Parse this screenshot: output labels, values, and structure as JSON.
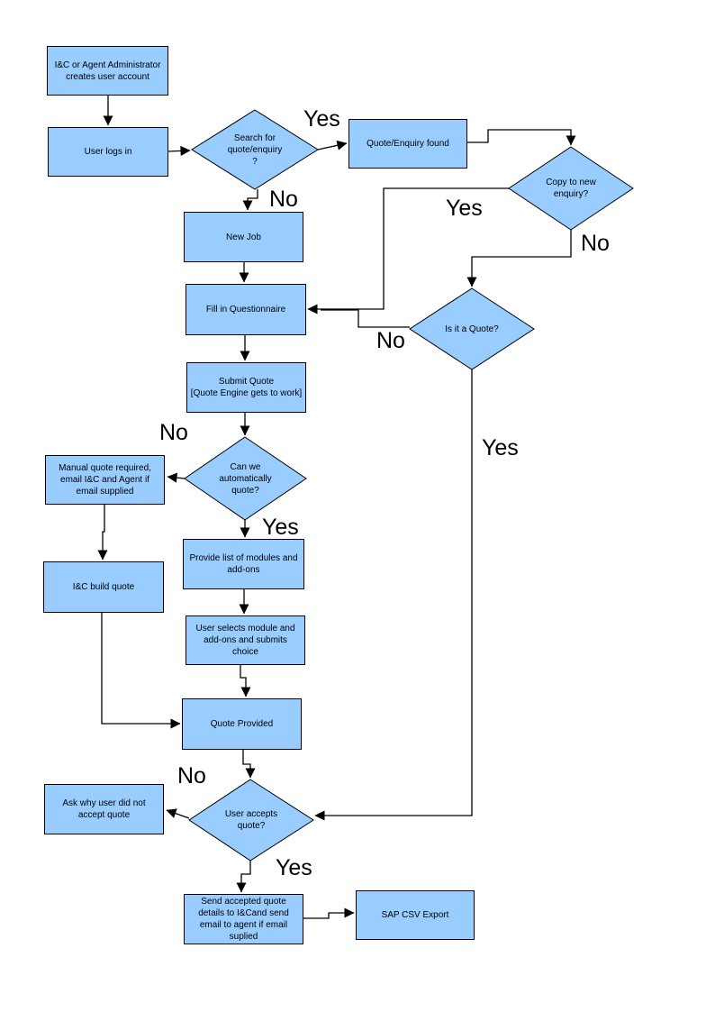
{
  "diagram_type": "flowchart",
  "colors": {
    "node_fill": "#99CCFF",
    "node_border": "#000000",
    "connector": "#000000",
    "label_text": "#000000",
    "background": "#FFFFFF"
  },
  "nodes": {
    "admin": {
      "type": "process",
      "label": "I&C or Agent Administrator\ncreates user account"
    },
    "user_logs_in": {
      "type": "process",
      "label": "User logs in"
    },
    "search_quote": {
      "type": "decision",
      "label": "Search for\nquote/enquiry\n?"
    },
    "quote_found": {
      "type": "process",
      "label": "Quote/Enquiry found"
    },
    "copy_to_new": {
      "type": "decision",
      "label": "Copy to new\nenquiry?"
    },
    "new_job": {
      "type": "process",
      "label": "New Job"
    },
    "fill_questionnaire": {
      "type": "process",
      "label": "Fill in Questionnaire"
    },
    "is_it_quote": {
      "type": "decision",
      "label": "Is it a Quote?"
    },
    "submit_quote": {
      "type": "process",
      "label": "Submit Quote\n[Quote Engine gets to work]"
    },
    "can_we_auto": {
      "type": "decision",
      "label": "Can we\nautomatically\nquote?"
    },
    "manual_quote": {
      "type": "process",
      "label": "Manual quote required,\nemail I&C and Agent if\nemail supplied"
    },
    "ic_build_quote": {
      "type": "process",
      "label": "I&C build quote"
    },
    "provide_list": {
      "type": "process",
      "label": "Provide list of modules and\nadd-ons"
    },
    "user_selects": {
      "type": "process",
      "label": "User selects module and\nadd-ons and submits\nchoice"
    },
    "quote_provided": {
      "type": "process",
      "label": "Quote Provided"
    },
    "user_accepts": {
      "type": "decision",
      "label": "User accepts\nquote?"
    },
    "ask_why": {
      "type": "process",
      "label": "Ask why user did not\naccept quote"
    },
    "send_accepted": {
      "type": "process",
      "label": "Send accepted quote\ndetails to I&Cand send\nemail to agent if email\nsuplied"
    },
    "sap_csv": {
      "type": "process",
      "label": "SAP CSV Export"
    }
  },
  "edges": {
    "admin_to_login": {
      "from": "admin",
      "to": "user_logs_in",
      "label": ""
    },
    "login_to_search": {
      "from": "user_logs_in",
      "to": "search_quote",
      "label": ""
    },
    "search_yes": {
      "from": "search_quote",
      "to": "quote_found",
      "label": "Yes"
    },
    "search_no": {
      "from": "search_quote",
      "to": "new_job",
      "label": "No"
    },
    "found_to_copy": {
      "from": "quote_found",
      "to": "copy_to_new",
      "label": ""
    },
    "copy_yes": {
      "from": "copy_to_new",
      "to": "fill_questionnaire",
      "label": "Yes"
    },
    "copy_no": {
      "from": "copy_to_new",
      "to": "is_it_quote",
      "label": "No"
    },
    "isquote_no": {
      "from": "is_it_quote",
      "to": "fill_questionnaire",
      "label": "No"
    },
    "isquote_yes": {
      "from": "is_it_quote",
      "to": "user_accepts",
      "label": "Yes"
    },
    "newjob_to_fill": {
      "from": "new_job",
      "to": "fill_questionnaire",
      "label": ""
    },
    "fill_to_submit": {
      "from": "fill_questionnaire",
      "to": "submit_quote",
      "label": ""
    },
    "submit_to_canwe": {
      "from": "submit_quote",
      "to": "can_we_auto",
      "label": ""
    },
    "canwe_no": {
      "from": "can_we_auto",
      "to": "manual_quote",
      "label": "No"
    },
    "canwe_yes": {
      "from": "can_we_auto",
      "to": "provide_list",
      "label": "Yes"
    },
    "manual_to_build": {
      "from": "manual_quote",
      "to": "ic_build_quote",
      "label": ""
    },
    "build_to_provided": {
      "from": "ic_build_quote",
      "to": "quote_provided",
      "label": ""
    },
    "provide_to_selects": {
      "from": "provide_list",
      "to": "user_selects",
      "label": ""
    },
    "selects_to_provided": {
      "from": "user_selects",
      "to": "quote_provided",
      "label": ""
    },
    "provided_to_accepts": {
      "from": "quote_provided",
      "to": "user_accepts",
      "label": ""
    },
    "accepts_no": {
      "from": "user_accepts",
      "to": "ask_why",
      "label": "No"
    },
    "accepts_yes": {
      "from": "user_accepts",
      "to": "send_accepted",
      "label": "Yes"
    },
    "send_to_sap": {
      "from": "send_accepted",
      "to": "sap_csv",
      "label": ""
    }
  }
}
